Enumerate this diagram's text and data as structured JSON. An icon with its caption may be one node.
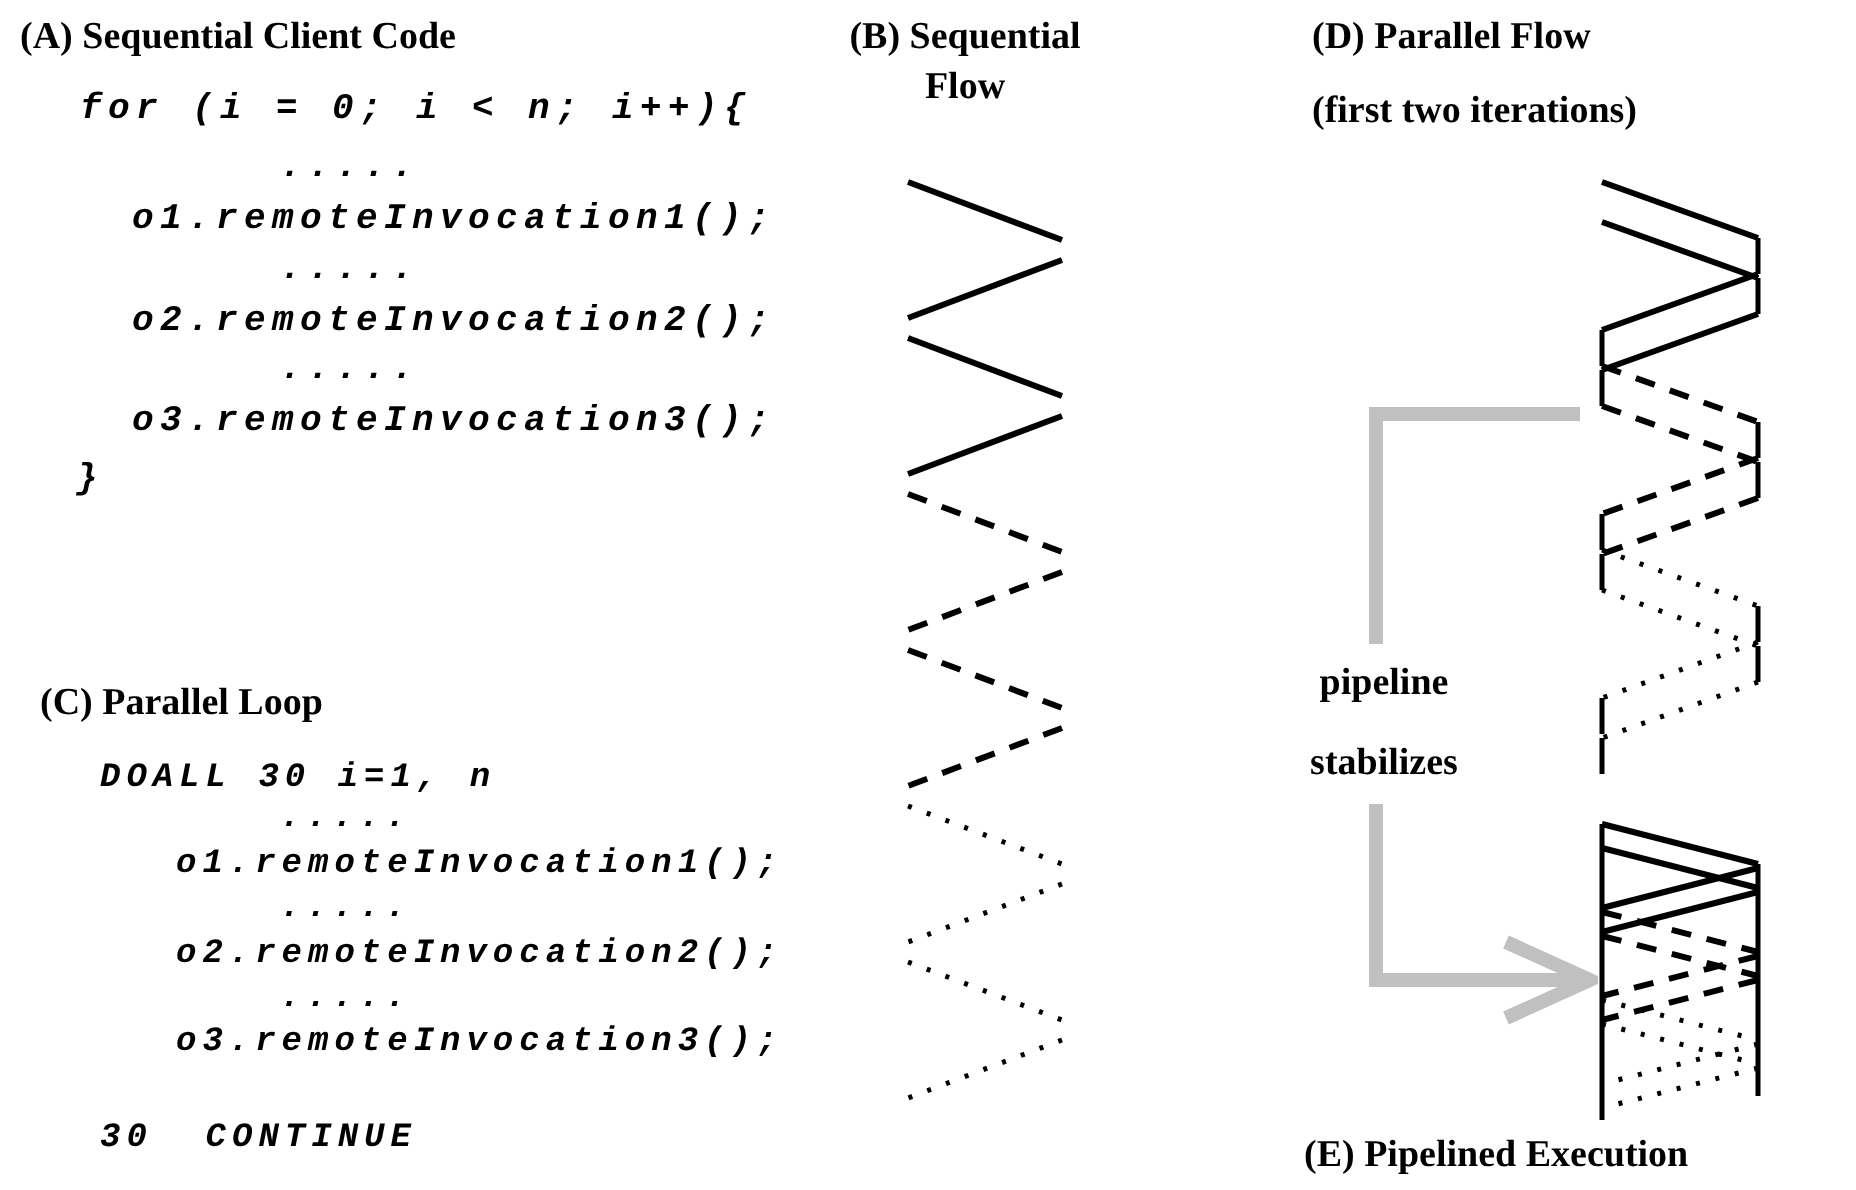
{
  "diagram": {
    "nodes": [
      {
        "text": [],
        "shape": "picture"
      },
      {
        "text": [],
        "shape": "picture"
      }
    ],
    "edges": [
      {
        "from": 0,
        "to": 1,
        "arrow": "to",
        "label": "pipeline stabilizes",
        "color": "#c0c0c0"
      }
    ],
    "labels": [
      "(A) Sequential Client Code",
      "(B) Sequential Flow",
      "(D) Parallel Flow",
      "(first two iterations)",
      "for (i = 0; i < n; i++){",
      ".....",
      "o1.remoteInvocation1();",
      ".....",
      "o2.remoteInvocation2();",
      ".....",
      "o3.remoteInvocation3();",
      "}",
      "(C) Parallel Loop",
      "DOALL 30 i=1, n",
      ".....",
      "o1.remoteInvocation1();",
      ".....",
      "o2.remoteInvocation2();",
      ".....",
      "o3.remoteInvocation3();",
      "30  CONTINUE",
      "(E) Pipelined Execution"
    ]
  }
}
